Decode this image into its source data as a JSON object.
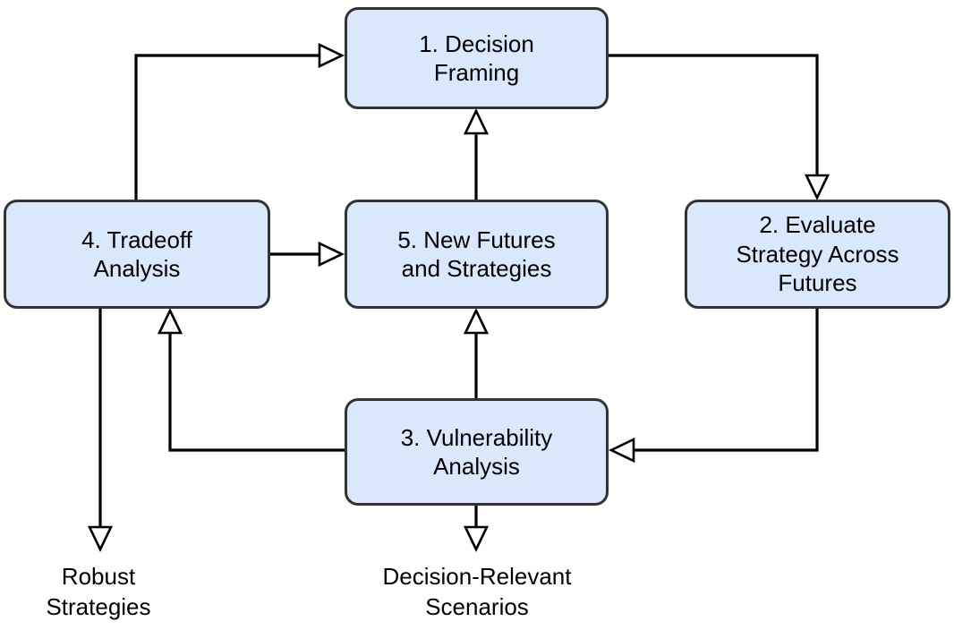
{
  "diagram": {
    "nodes": [
      {
        "id": "decision-framing",
        "label": "1. Decision\nFraming"
      },
      {
        "id": "evaluate-strategy",
        "label": "2. Evaluate\nStrategy Across\nFutures"
      },
      {
        "id": "vulnerability-analysis",
        "label": "3. Vulnerability\nAnalysis"
      },
      {
        "id": "tradeoff-analysis",
        "label": "4. Tradeoff\nAnalysis"
      },
      {
        "id": "new-futures-strategies",
        "label": "5. New Futures\nand Strategies"
      }
    ],
    "outputs": [
      {
        "id": "robust-strategies",
        "label": "Robust\nStrategies"
      },
      {
        "id": "decision-relevant-scenarios",
        "label": "Decision-Relevant\nScenarios"
      }
    ],
    "edges": [
      {
        "from": "tradeoff-analysis",
        "to": "decision-framing"
      },
      {
        "from": "decision-framing",
        "to": "evaluate-strategy"
      },
      {
        "from": "evaluate-strategy",
        "to": "vulnerability-analysis"
      },
      {
        "from": "vulnerability-analysis",
        "to": "tradeoff-analysis"
      },
      {
        "from": "tradeoff-analysis",
        "to": "new-futures-strategies"
      },
      {
        "from": "new-futures-strategies",
        "to": "decision-framing"
      },
      {
        "from": "vulnerability-analysis",
        "to": "new-futures-strategies"
      },
      {
        "from": "tradeoff-analysis",
        "to": "robust-strategies"
      },
      {
        "from": "vulnerability-analysis",
        "to": "decision-relevant-scenarios"
      }
    ],
    "style": {
      "node_fill": "#dae8fc",
      "node_border": "#333333",
      "line_color": "#000000",
      "arrowhead": "hollow-triangle"
    }
  }
}
